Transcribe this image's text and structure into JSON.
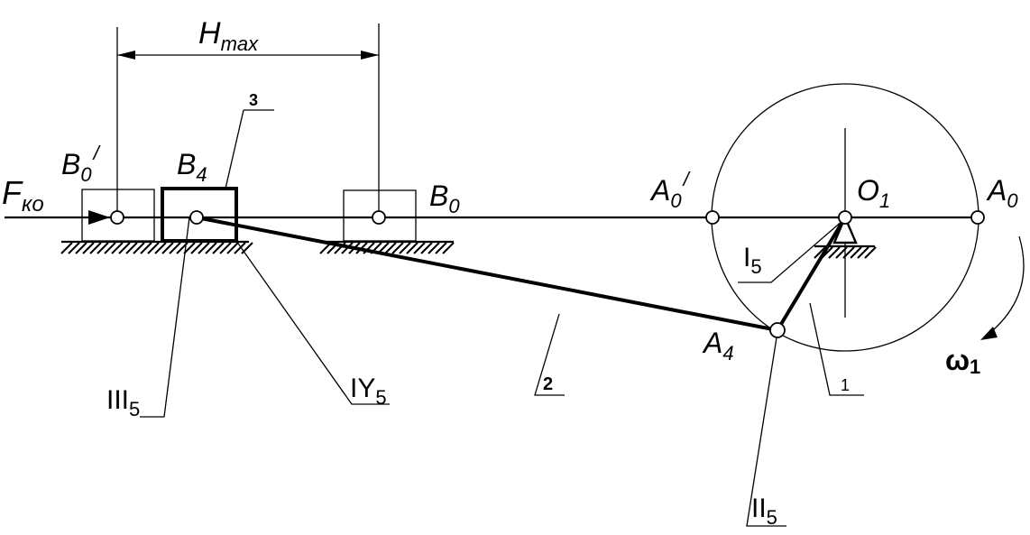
{
  "labels": {
    "h_main": "H",
    "h_sub": "max",
    "link3": "3",
    "b0p_main": "B",
    "b0p_sub": "0",
    "b0p_sup": "/",
    "b4_main": "B",
    "b4_sub": "4",
    "b0_main": "B",
    "b0_sub": "0",
    "f_main": "F",
    "f_sub": "ко",
    "a0p_main": "A",
    "a0p_sub": "0",
    "a0p_sup": "/",
    "o1_main": "O",
    "o1_sub": "1",
    "a0_main": "A",
    "a0_sub": "0",
    "i5_main": "I",
    "i5_sub": "5",
    "a4_main": "A",
    "a4_sub": "4",
    "omega_main": "ω",
    "omega_sub": "1",
    "link2": "2",
    "link1": "1",
    "iii5_main": "III",
    "iii5_sub": "5",
    "iy5_main": "IY",
    "iy5_sub": "5",
    "ii5_main": "II",
    "ii5_sub": "5"
  }
}
